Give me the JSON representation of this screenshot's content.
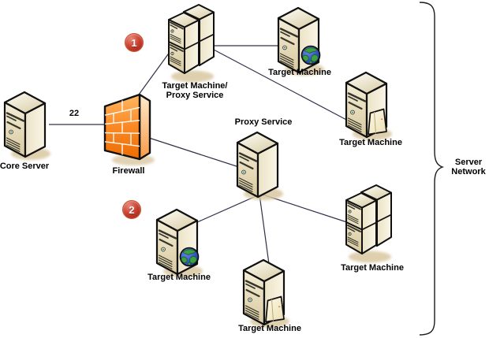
{
  "diagram": {
    "edge_label_22": "22",
    "badges": {
      "step1": "1",
      "step2": "2"
    },
    "nodes": {
      "core_server": {
        "label": "Core Server"
      },
      "firewall": {
        "label": "Firewall"
      },
      "target_proxy_stack": {
        "label_line1": "Target Machine/",
        "label_line2": "Proxy Service"
      },
      "target_machine_web_top": {
        "label": "Target Machine"
      },
      "target_machine_file_right": {
        "label": "Target Machine"
      },
      "proxy_service": {
        "label": "Proxy Service"
      },
      "target_machine_web_bottom": {
        "label": "Target Machine"
      },
      "target_machine_file_bottom": {
        "label": "Target Machine"
      },
      "target_machine_stack_bottom": {
        "label": "Target Machine"
      }
    },
    "brace": {
      "label_line1": "Server",
      "label_line2": "Network"
    },
    "colors": {
      "server_beige": "#e9dfbf",
      "firewall_orange": "#f68b2e",
      "badge_red": "#c23b2b",
      "line": "#30304a",
      "globe_blue": "#3050c0",
      "globe_green": "#3aa33f"
    }
  }
}
